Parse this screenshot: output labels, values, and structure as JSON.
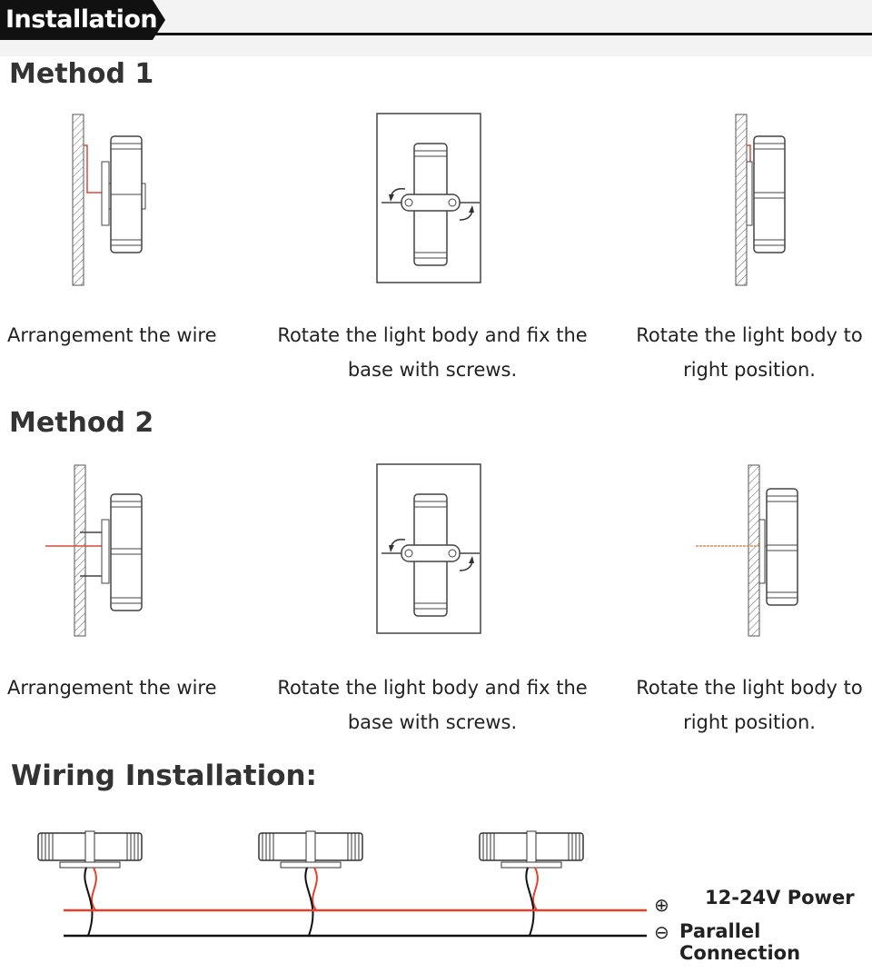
{
  "header": {
    "title": "Installation"
  },
  "method1": {
    "title": "Method 1",
    "steps": [
      {
        "line1": "Arrangement the wire",
        "line2": ""
      },
      {
        "line1": "Rotate the light body and fix the",
        "line2": "base with screws."
      },
      {
        "line1": "Rotate the light body to",
        "line2": "right position."
      }
    ]
  },
  "method2": {
    "title": "Method 2",
    "steps": [
      {
        "line1": "Arrangement the wire",
        "line2": ""
      },
      {
        "line1": "Rotate the light body and fix the",
        "line2": "base with screws."
      },
      {
        "line1": "Rotate the light body to",
        "line2": "right position."
      }
    ]
  },
  "wiring": {
    "title": "Wiring Installation:",
    "power_label": "12-24V Power",
    "connection_label": "Parallel Connection",
    "plus_symbol": "⊕",
    "minus_symbol": "⊖",
    "wire_red": "#e8402a",
    "wire_black": "#111111"
  }
}
